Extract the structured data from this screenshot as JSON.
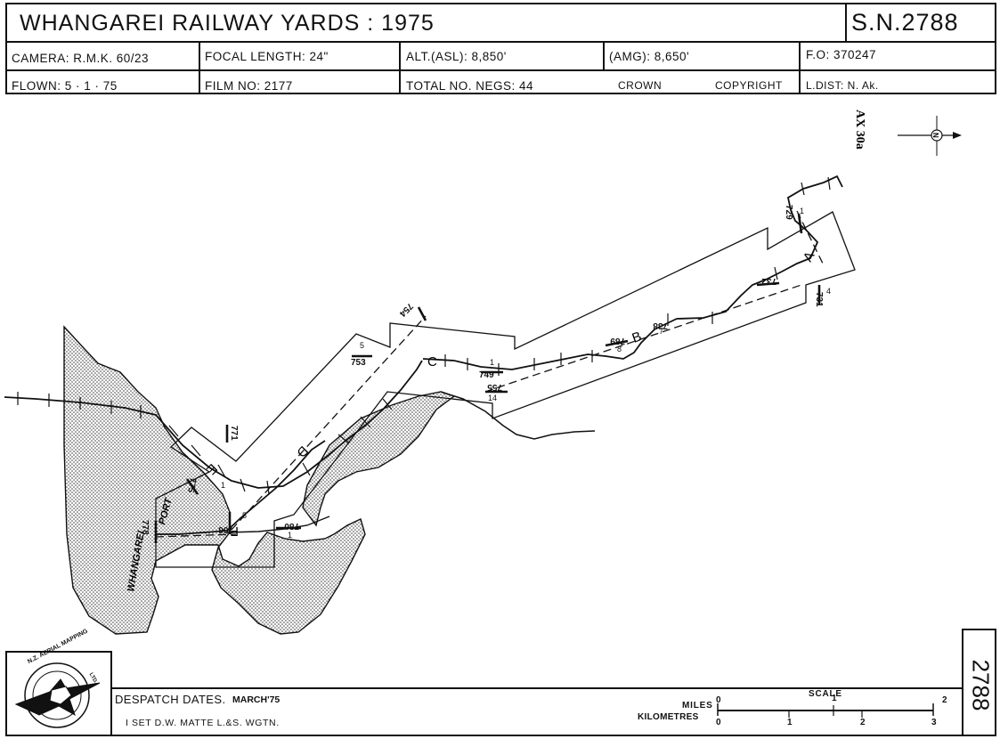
{
  "header": {
    "title": "WHANGAREI   RAILWAY  YARDS : 1975",
    "sheet": "S.N.2788",
    "camera": "CAMERA: R.M.K. 60/23",
    "focal": "FOCAL  LENGTH: 24\"",
    "alt_asl": "ALT.(ASL): 8,850'",
    "amg": "(AMG): 8,650'",
    "fo": "F.O: 370247",
    "flown": "FLOWN: 5 · 1 · 75",
    "film": "FILM  NO: 2177",
    "negs": "TOTAL  NO.  NEGS: 44",
    "crown": "CROWN",
    "copyright": "COPYRIGHT",
    "ldist": "L.DIST:  N. Ak."
  },
  "map": {
    "series_label": "AX 30a",
    "north_symbol": "N",
    "area_label_1": "PORT",
    "area_label_2": "WHANGAREI",
    "run_labels": [
      "A",
      "B",
      "C",
      "D",
      "E",
      "F"
    ],
    "photo_labels": [
      "729",
      "732",
      "731",
      "738",
      "789",
      "749",
      "755",
      "753",
      "754",
      "771",
      "775",
      "778",
      "766",
      "780"
    ],
    "small_numbers": [
      "1",
      "4",
      "7",
      "8",
      "5",
      "1",
      "14",
      "1",
      "5",
      "1"
    ]
  },
  "footer": {
    "logo_text": "N.Z. AERIAL MAPPING",
    "logo_sub": "LTD.",
    "despatch_label": "DESPATCH  DATES.",
    "despatch_value": "MARCH'75",
    "set_text": "I  SET  D.W.  MATTE  L.&S.  WGTN.",
    "scale_label": "SCALE",
    "miles_label": "MILES",
    "km_label": "KILOMETRES",
    "miles_ticks": [
      "0",
      "1",
      "2"
    ],
    "km_ticks": [
      "0",
      "1",
      "2",
      "3"
    ],
    "side_number": "2788"
  }
}
